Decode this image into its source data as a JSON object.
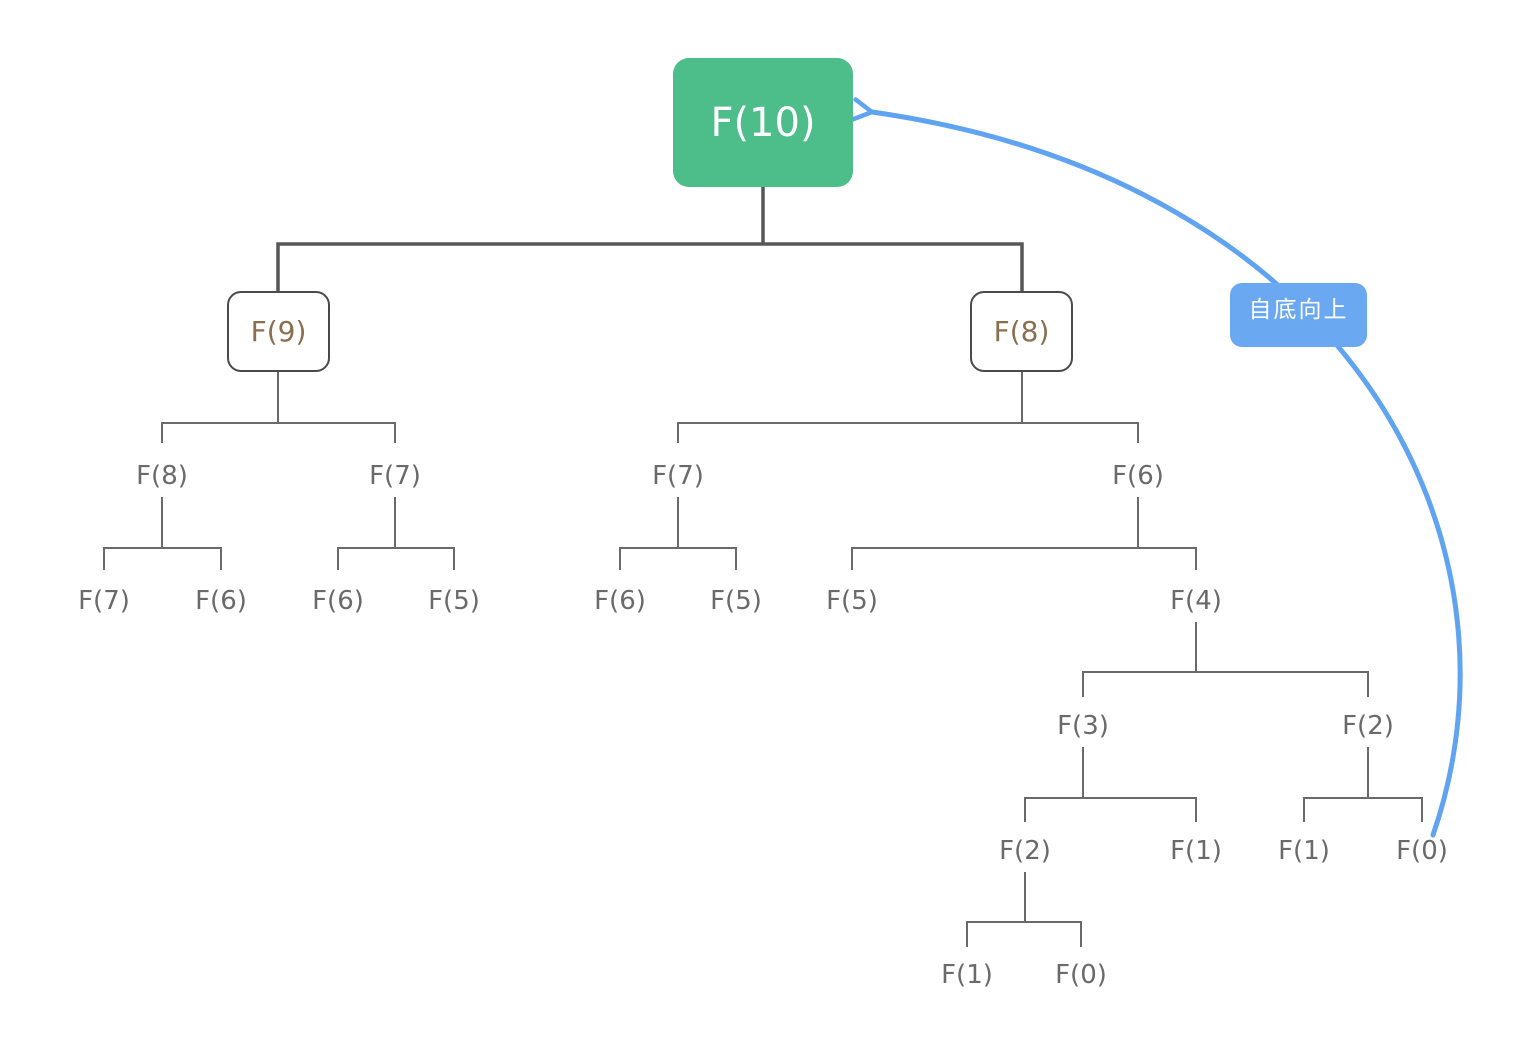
{
  "diagram": {
    "annotation": {
      "label": "自底向上"
    },
    "tree": {
      "label": "F(10)",
      "children": [
        {
          "label": "F(9)",
          "children": [
            {
              "label": "F(8)",
              "children": [
                {
                  "label": "F(7)"
                },
                {
                  "label": "F(6)"
                }
              ]
            },
            {
              "label": "F(7)",
              "children": [
                {
                  "label": "F(6)"
                },
                {
                  "label": "F(5)"
                }
              ]
            }
          ]
        },
        {
          "label": "F(8)",
          "children": [
            {
              "label": "F(7)",
              "children": [
                {
                  "label": "F(6)"
                },
                {
                  "label": "F(5)"
                }
              ]
            },
            {
              "label": "F(6)",
              "children": [
                {
                  "label": "F(5)"
                },
                {
                  "label": "F(4)",
                  "children": [
                    {
                      "label": "F(3)",
                      "children": [
                        {
                          "label": "F(2)",
                          "children": [
                            {
                              "label": "F(1)"
                            },
                            {
                              "label": "F(0)"
                            }
                          ]
                        },
                        {
                          "label": "F(1)"
                        }
                      ]
                    },
                    {
                      "label": "F(2)",
                      "children": [
                        {
                          "label": "F(1)"
                        },
                        {
                          "label": "F(0)"
                        }
                      ]
                    }
                  ]
                }
              ]
            }
          ]
        }
      ]
    },
    "colors": {
      "root_fill": "#4dbd8a",
      "root_text": "#ffffff",
      "boxed_border": "#4a4a4a",
      "boxed_text": "#8a6f4f",
      "leaf_text": "#6a6a6a",
      "edge": "#6a6a6a",
      "edge_dark": "#575757",
      "arrow": "#5fa3f1",
      "annotation_fill": "#6aa9f2",
      "annotation_text": "#ffffff"
    }
  }
}
